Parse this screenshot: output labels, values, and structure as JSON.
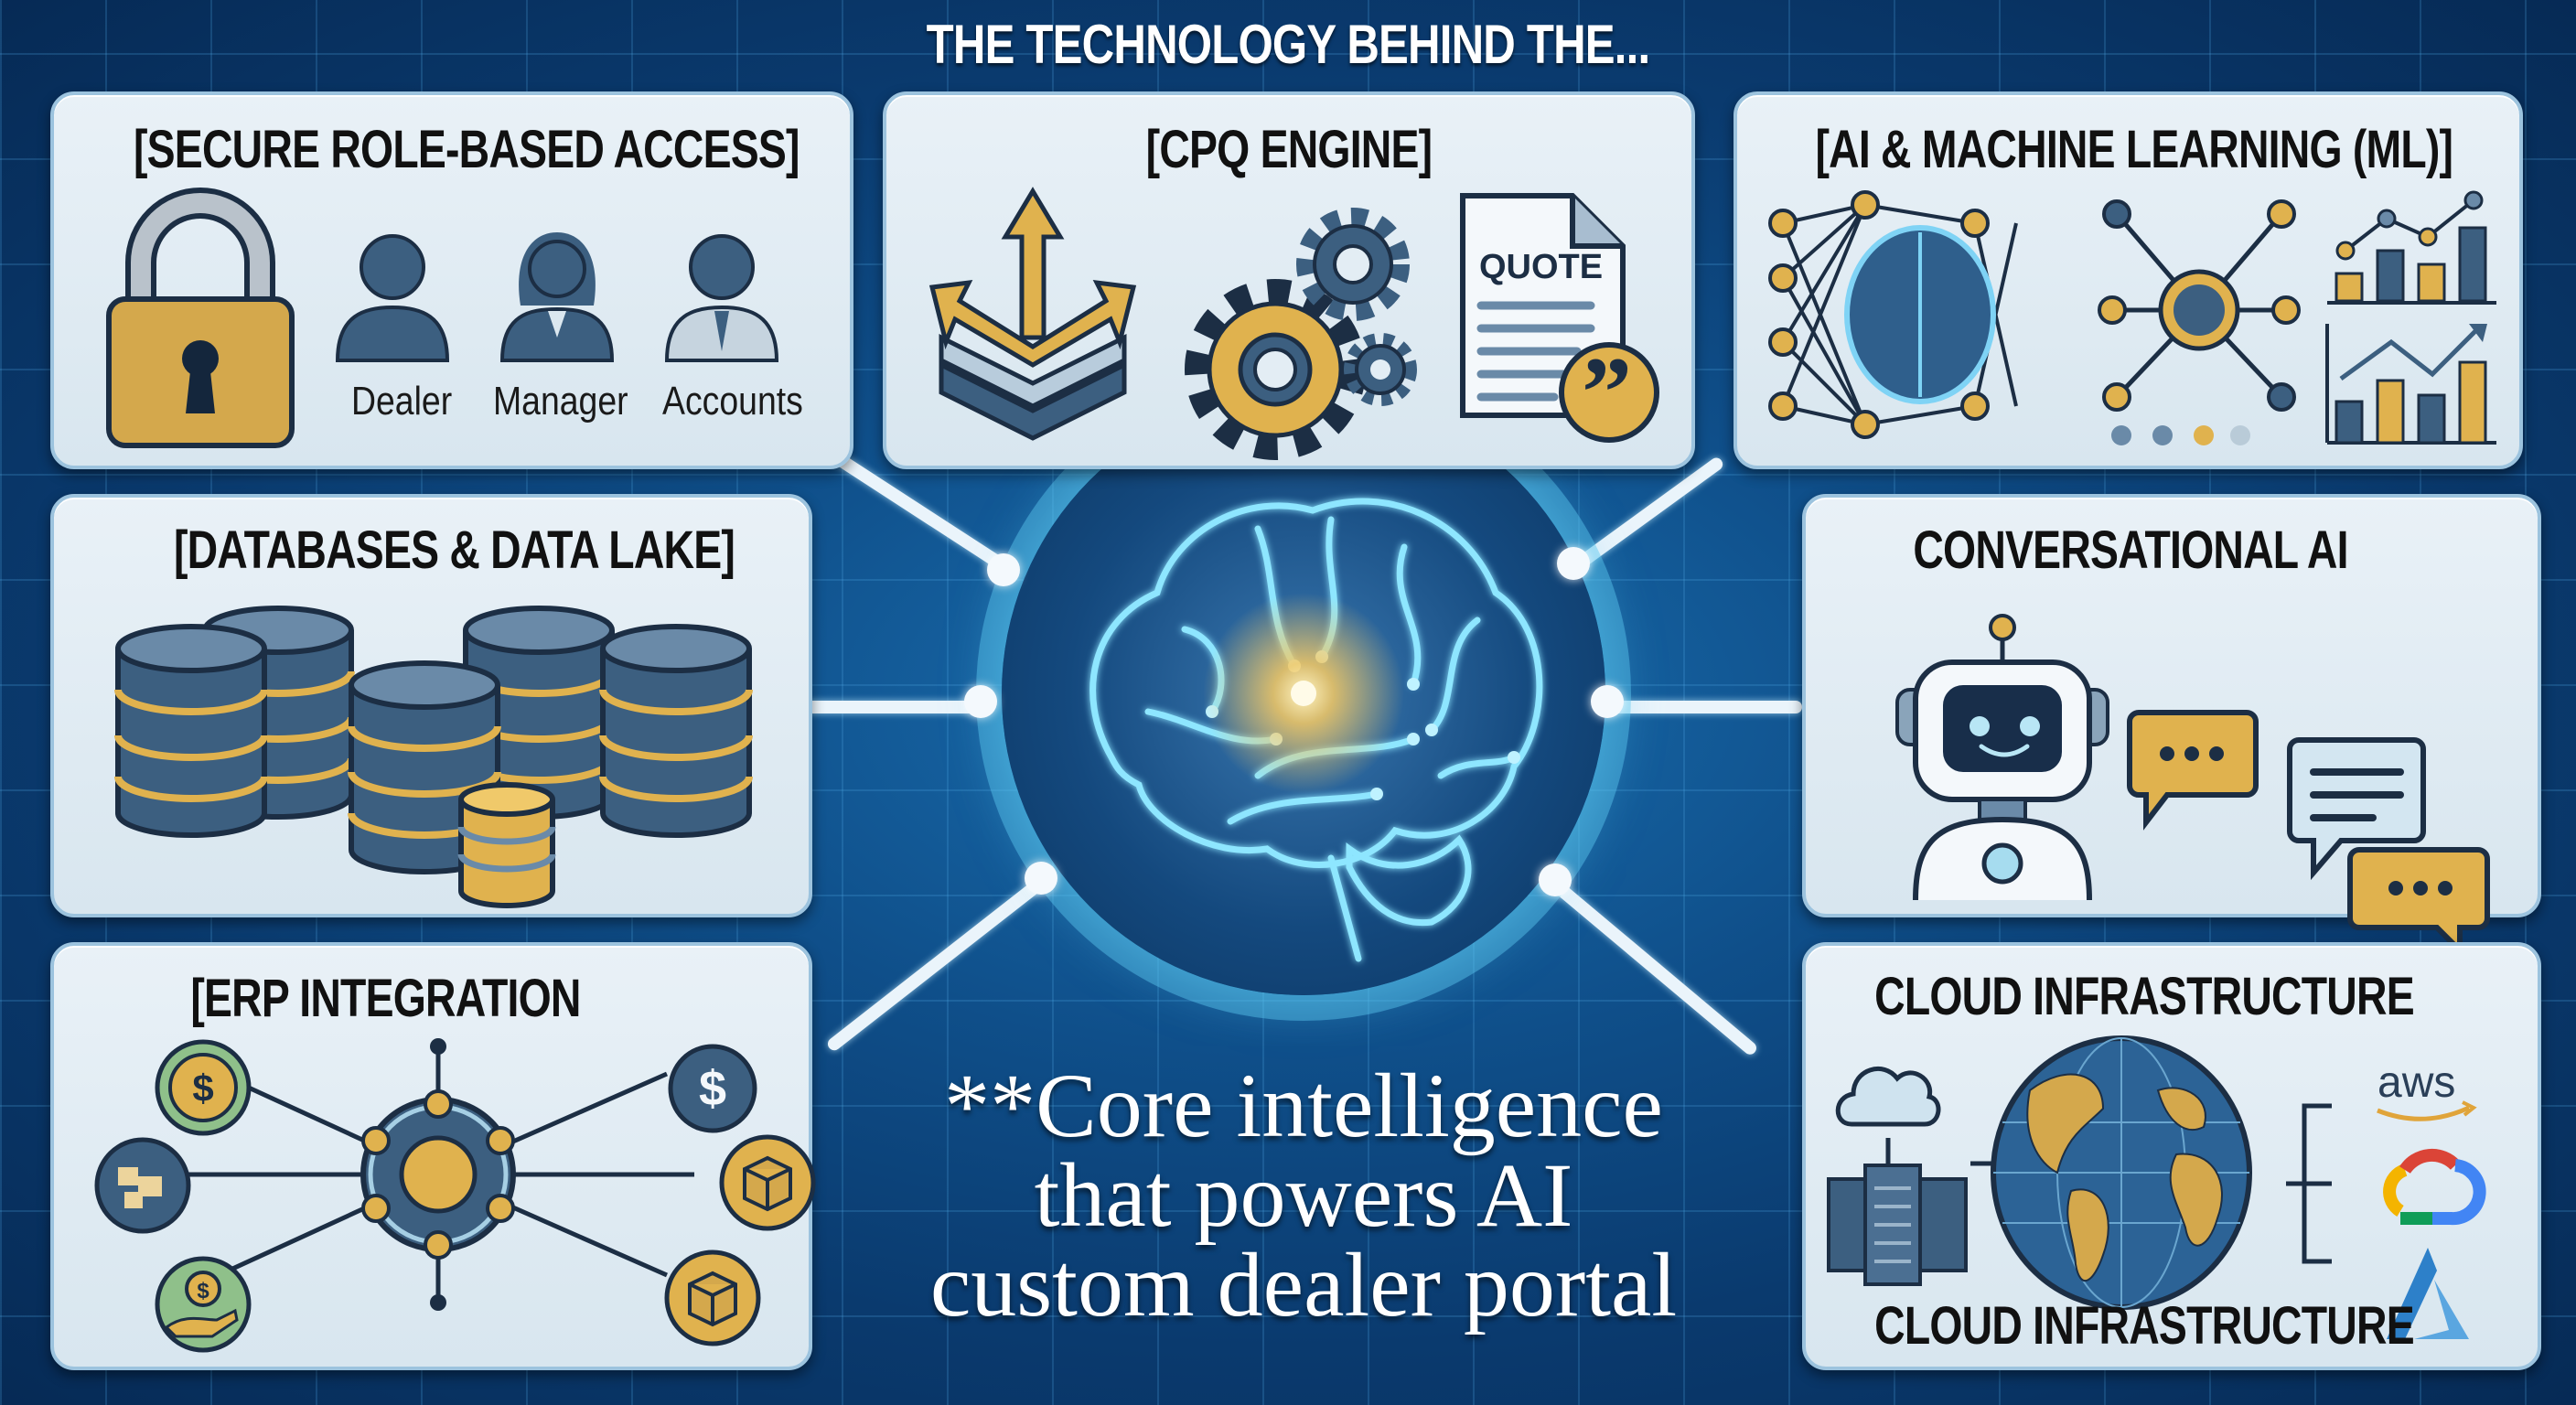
{
  "header": {
    "title": "THE TECHNOLOGY BEHIND THE..."
  },
  "colors": {
    "background": "#0a3a6e",
    "panel": "#e3edf4",
    "navy": "#3a5f82",
    "gold": "#e0b24e",
    "glow": "#6fd6ff",
    "text": "#111111"
  },
  "core": {
    "icon": "brain-icon",
    "caption_lines": [
      "**Core intelligence",
      "that powers AI",
      "custom dealer portal"
    ]
  },
  "panels": [
    {
      "id": "secure-access",
      "title": "[SECURE ROLE-BASED ACCESS]",
      "icons": [
        "padlock-icon",
        "dealer-user-icon",
        "manager-user-icon",
        "accounts-user-icon"
      ],
      "roles": [
        "Dealer",
        "Manager",
        "Accounts"
      ]
    },
    {
      "id": "cpq-engine",
      "title": "[CPQ ENGINE]",
      "icons": [
        "layers-arrows-icon",
        "gears-icon",
        "quote-document-icon"
      ],
      "quote_label": "QUOTE"
    },
    {
      "id": "ai-ml",
      "title": "[AI & MACHINE LEARNING (ML)]",
      "icons": [
        "neural-network-brain-icon",
        "hub-nodes-icon",
        "bar-line-chart-icon",
        "bar-trend-chart-icon"
      ]
    },
    {
      "id": "databases",
      "title": "[DATABASES & DATA LAKE]",
      "icons": [
        "database-stack-icon"
      ]
    },
    {
      "id": "conversational-ai",
      "title": "CONVERSATIONAL AI",
      "icons": [
        "robot-icon",
        "chat-bubble-dots-icon",
        "chat-bubble-lines-icon"
      ]
    },
    {
      "id": "erp-integration",
      "title": "[ERP INTEGRATION",
      "icons": [
        "hub-icon",
        "coin-icon",
        "inventory-icon",
        "payment-hand-icon",
        "dollar-icon",
        "package-icon"
      ]
    },
    {
      "id": "cloud",
      "title": "CLOUD INFRASTRUCTURE",
      "footer": "CLOUD INFRASTRUCTURE",
      "icons": [
        "cloud-icon",
        "server-rack-icon",
        "globe-icon",
        "aws-logo",
        "google-cloud-logo",
        "azure-logo"
      ],
      "aws_label": "aws"
    }
  ]
}
